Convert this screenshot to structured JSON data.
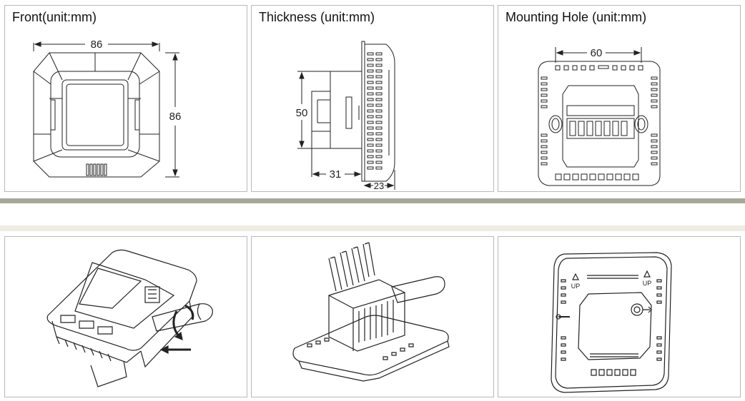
{
  "top_panels": [
    {
      "title": "Front(unit:mm)",
      "dims": {
        "width": "86",
        "height": "86"
      }
    },
    {
      "title": "Thickness (unit:mm)",
      "dims": {
        "height": "50",
        "depth": "31",
        "total": "23"
      }
    },
    {
      "title": "Mounting Hole (unit:mm)",
      "dims": {
        "hole_spacing": "60"
      }
    }
  ],
  "bottom_panels": [
    {
      "name": "install-step-1"
    },
    {
      "name": "install-step-2"
    },
    {
      "name": "install-step-3"
    }
  ],
  "colors": {
    "separator_dark": "#a8a89a",
    "separator_light": "#efece1",
    "border": "#b9b9b9",
    "line": "#222222"
  },
  "bottom_labels": {
    "up_left": "UP",
    "up_right": "UP"
  }
}
